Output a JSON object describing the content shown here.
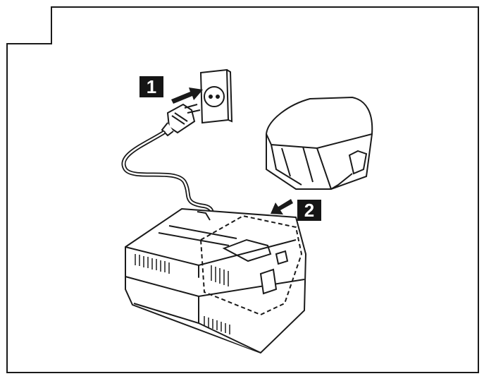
{
  "steps": [
    {
      "number": "1"
    },
    {
      "number": "2"
    }
  ],
  "colors": {
    "line": "#1a1a1a",
    "background": "#ffffff",
    "badge": "#151515"
  },
  "parts": [
    "wall-socket",
    "plug",
    "power-cord",
    "charger",
    "battery-pack",
    "insert-arrow"
  ]
}
